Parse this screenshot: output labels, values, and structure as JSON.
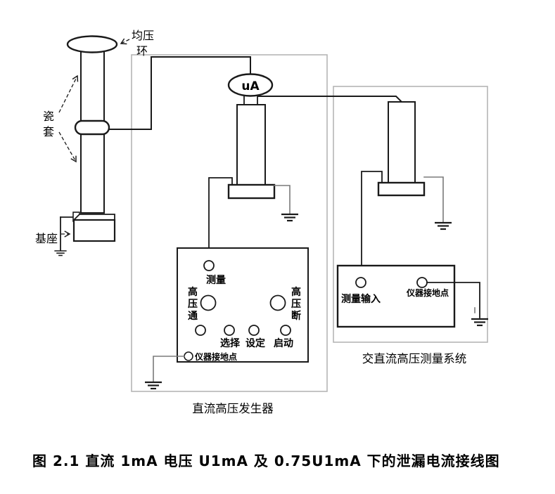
{
  "figure": {
    "caption": "图 2.1  直流 1mA 电压 U1mA 及 0.75U1mA 下的泄漏电流接线图"
  },
  "test_object": {
    "grading_ring_lines": [
      "均压",
      "环"
    ],
    "bushing_lines": [
      "瓷",
      "套"
    ],
    "base_label": "基座"
  },
  "generator": {
    "caption": "直流高压发生器",
    "meter_label": "uA",
    "panel": {
      "measure_label": "测量",
      "hv_on_lines": [
        "高",
        "压",
        "通"
      ],
      "hv_off_lines": [
        "高",
        "压",
        "断"
      ],
      "select_label": "选择",
      "set_label": "设定",
      "start_label": "启动",
      "ground_label": "仪器接地点"
    }
  },
  "measurement_system": {
    "caption": "交直流高压测量系统",
    "input_label": "测量输入",
    "ground_label": "仪器接地点"
  },
  "colors": {
    "line": "#1a1a1a",
    "frame": "#b5b5b5",
    "ground_wire": "#7a7a7a",
    "background": "#ffffff",
    "text": "#000000"
  }
}
